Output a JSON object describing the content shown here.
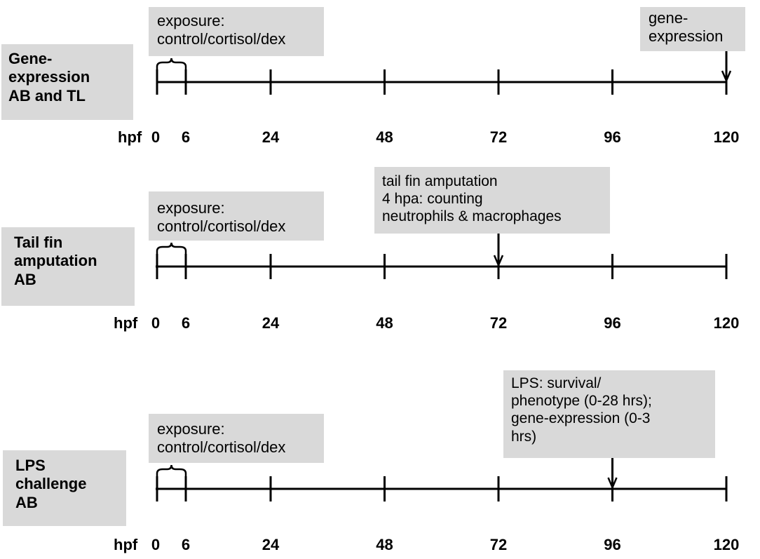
{
  "timeline_unit": "hpf",
  "ticks": [
    "0",
    "6",
    "24",
    "48",
    "72",
    "96",
    "120"
  ],
  "tick_values": [
    0,
    6,
    24,
    48,
    72,
    96,
    120
  ],
  "panels": [
    {
      "label": "Gene-\nexpression\nAB and TL",
      "exposure": "exposure:\ncontrol/cortisol/dex",
      "event": "gene-\nexpression",
      "event_hpf": 120
    },
    {
      "label": "Tail fin\namputation\nAB",
      "exposure": "exposure:\ncontrol/cortisol/dex",
      "event": "tail fin amputation\n4 hpa: counting\nneutrophils & macrophages",
      "event_hpf": 72
    },
    {
      "label": "LPS\nchallenge\nAB",
      "exposure": "exposure:\ncontrol/cortisol/dex",
      "event": "LPS: survival/\nphenotype (0-28 hrs);\ngene-expression (0-3\nhrs)",
      "event_hpf": 96
    }
  ],
  "colors": {
    "box": "#d9d9d9",
    "line": "#000000"
  }
}
